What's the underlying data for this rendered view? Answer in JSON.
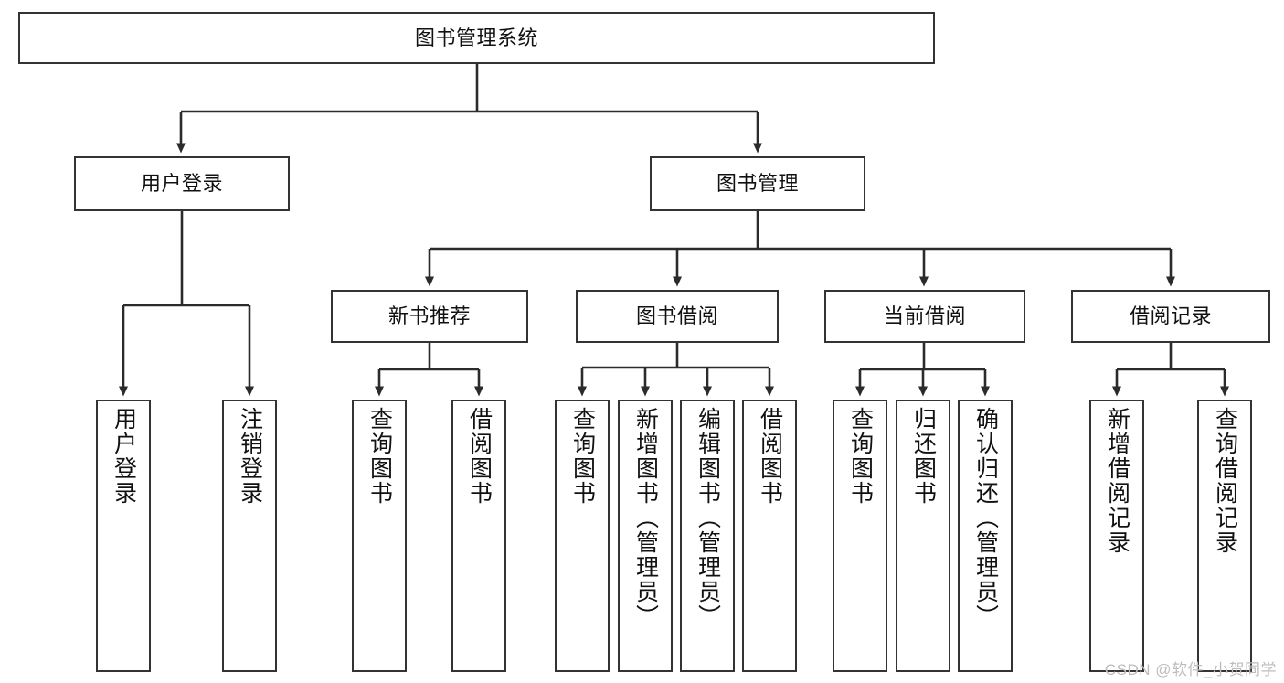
{
  "diagram": {
    "type": "tree-hierarchy",
    "title": "图书管理系统",
    "watermark": "CSDN @软件_小贺同学",
    "colors": {
      "box_border": "#333333",
      "box_fill": "#ffffff",
      "connector": "#2b2b2b",
      "watermark": "#bdbdbd",
      "background": "#ffffff"
    },
    "nodes": {
      "root": {
        "label": "图书管理系统",
        "level": 1
      },
      "user_login": {
        "label": "用户登录",
        "level": 2
      },
      "book_manage": {
        "label": "图书管理",
        "level": 2
      },
      "new_book_rec": {
        "label": "新书推荐",
        "level": 3
      },
      "book_borrow": {
        "label": "图书借阅",
        "level": 3
      },
      "current_borrow": {
        "label": "当前借阅",
        "level": 3
      },
      "borrow_record": {
        "label": "借阅记录",
        "level": 3
      },
      "leaf_user_login": {
        "label": "用户登录",
        "level": 4
      },
      "leaf_logout": {
        "label": "注销登录",
        "level": 4
      },
      "leaf_query_book_1": {
        "label": "查询图书",
        "level": 4
      },
      "leaf_borrow_book_1": {
        "label": "借阅图书",
        "level": 4
      },
      "leaf_query_book_2": {
        "label": "查询图书",
        "level": 4
      },
      "leaf_add_book": {
        "label": "新增图书（管理员）",
        "level": 4
      },
      "leaf_edit_book": {
        "label": "编辑图书（管理员）",
        "level": 4
      },
      "leaf_borrow_book_2": {
        "label": "借阅图书",
        "level": 4
      },
      "leaf_query_book_3": {
        "label": "查询图书",
        "level": 4
      },
      "leaf_return_book": {
        "label": "归还图书",
        "level": 4
      },
      "leaf_confirm_return": {
        "label": "确认归还（管理员）",
        "level": 4
      },
      "leaf_add_record": {
        "label": "新增借阅记录",
        "level": 4
      },
      "leaf_query_record": {
        "label": "查询借阅记录",
        "level": 4
      }
    },
    "edges": [
      {
        "from": "root",
        "to": "user_login"
      },
      {
        "from": "root",
        "to": "book_manage"
      },
      {
        "from": "user_login",
        "to": "leaf_user_login"
      },
      {
        "from": "user_login",
        "to": "leaf_logout"
      },
      {
        "from": "book_manage",
        "to": "new_book_rec"
      },
      {
        "from": "book_manage",
        "to": "book_borrow"
      },
      {
        "from": "book_manage",
        "to": "current_borrow"
      },
      {
        "from": "book_manage",
        "to": "borrow_record"
      },
      {
        "from": "new_book_rec",
        "to": "leaf_query_book_1"
      },
      {
        "from": "new_book_rec",
        "to": "leaf_borrow_book_1"
      },
      {
        "from": "book_borrow",
        "to": "leaf_query_book_2"
      },
      {
        "from": "book_borrow",
        "to": "leaf_add_book"
      },
      {
        "from": "book_borrow",
        "to": "leaf_edit_book"
      },
      {
        "from": "book_borrow",
        "to": "leaf_borrow_book_2"
      },
      {
        "from": "current_borrow",
        "to": "leaf_query_book_3"
      },
      {
        "from": "current_borrow",
        "to": "leaf_return_book"
      },
      {
        "from": "current_borrow",
        "to": "leaf_confirm_return"
      },
      {
        "from": "borrow_record",
        "to": "leaf_add_record"
      },
      {
        "from": "borrow_record",
        "to": "leaf_query_record"
      }
    ]
  }
}
